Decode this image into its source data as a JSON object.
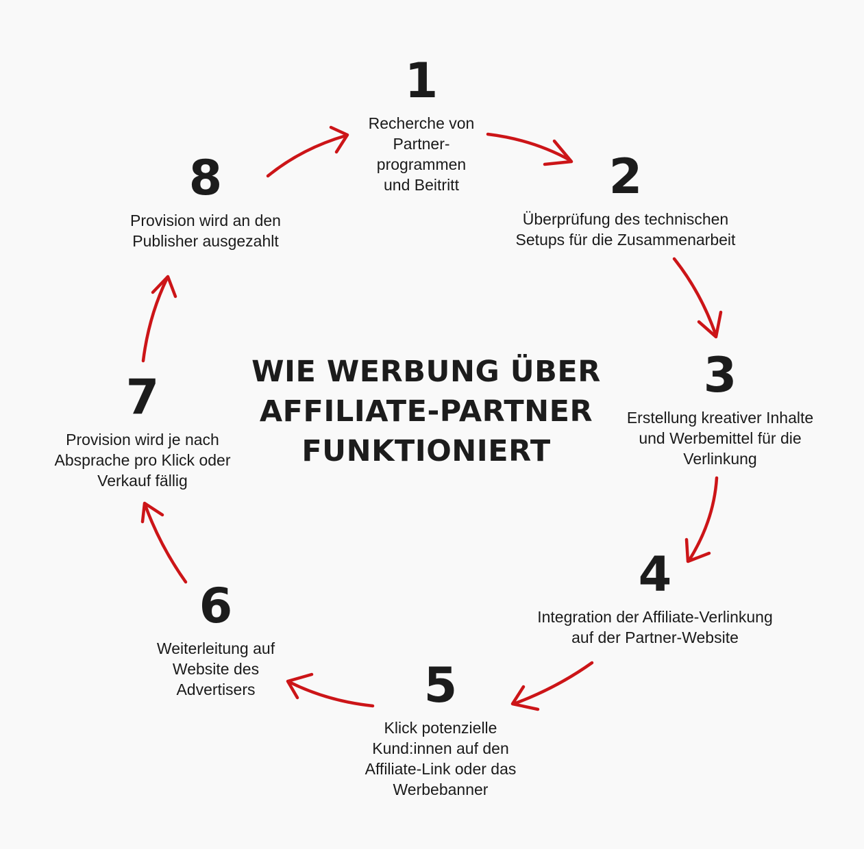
{
  "title": {
    "line1": "WIE WERBUNG ÜBER",
    "line2": "AFFILIATE-PARTNER",
    "line3": "FUNKTIONIERT"
  },
  "steps": [
    {
      "number": "1",
      "text": "Recherche von\nPartner-\nprogrammen\nund Beitritt"
    },
    {
      "number": "2",
      "text": "Überprüfung des technischen\nSetups für die Zusammenarbeit"
    },
    {
      "number": "3",
      "text": "Erstellung kreativer Inhalte\nund Werbemittel für die\nVerlinkung"
    },
    {
      "number": "4",
      "text": "Integration der Affiliate-Verlinkung\nauf der Partner-Website"
    },
    {
      "number": "5",
      "text": "Klick potenzielle\nKund:innen auf den\nAffiliate-Link oder das\nWerbebanner"
    },
    {
      "number": "6",
      "text": "Weiterleitung auf\nWebsite des\nAdvertisers"
    },
    {
      "number": "7",
      "text": "Provision wird je nach\nAbsprache pro Klick oder\nVerkauf fällig"
    },
    {
      "number": "8",
      "text": "Provision wird an den\nPublisher ausgezahlt"
    }
  ],
  "colors": {
    "arrow": "#cc1518",
    "text": "#1a1a1a",
    "background": "#f9f9f9"
  }
}
